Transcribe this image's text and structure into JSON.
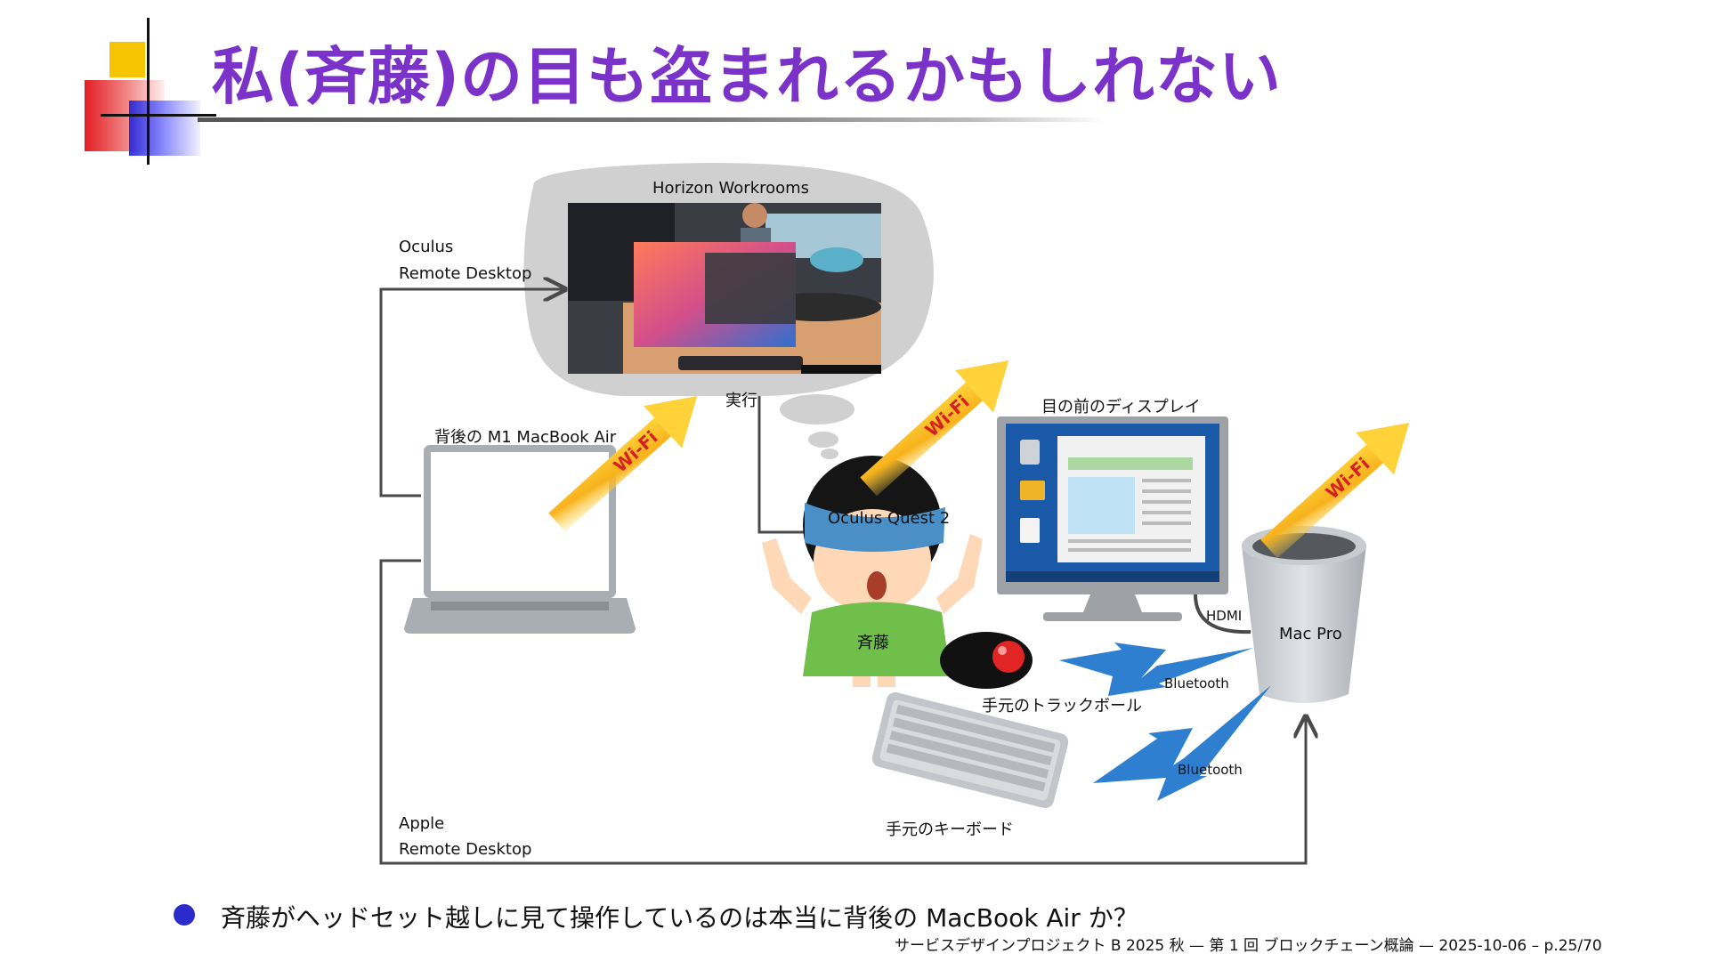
{
  "slide": {
    "title": "私(斉藤)の目も盗まれるかもしれない",
    "bullet": "斉藤がヘッドセット越しに見て操作しているのは本当に背後の MacBook Air か？",
    "footer": "サービスデザインプロジェクト B 2025 秋 — 第 1 回 ブロックチェーン概論 — 2025-10-06 – p.25/70"
  },
  "diagram": {
    "vr_bubble_title": "Horizon Workrooms",
    "oculus_rd_line1": "Oculus",
    "oculus_rd_line2": "Remote Desktop",
    "run_label": "実行",
    "macbook_label": "背後の M1 MacBook Air",
    "display_label": "目の前のディスプレイ",
    "headset_label": "Oculus Quest 2",
    "person_label": "斉藤",
    "hdmi_label": "HDMI",
    "macpro_label": "Mac Pro",
    "trackball_label": "手元のトラックボール",
    "keyboard_label": "手元のキーボード",
    "bluetooth_1": "Bluetooth",
    "bluetooth_2": "Bluetooth",
    "apple_rd_line1": "Apple",
    "apple_rd_line2": "Remote Desktop",
    "wifi_text": "Wi-Fi"
  },
  "colors": {
    "title": "#7a32c8",
    "bullet": "#2b2bcc",
    "connector": "#4a4a4a",
    "bluetooth": "#2f7fd0",
    "wifi_arrow": "#f5c518"
  }
}
